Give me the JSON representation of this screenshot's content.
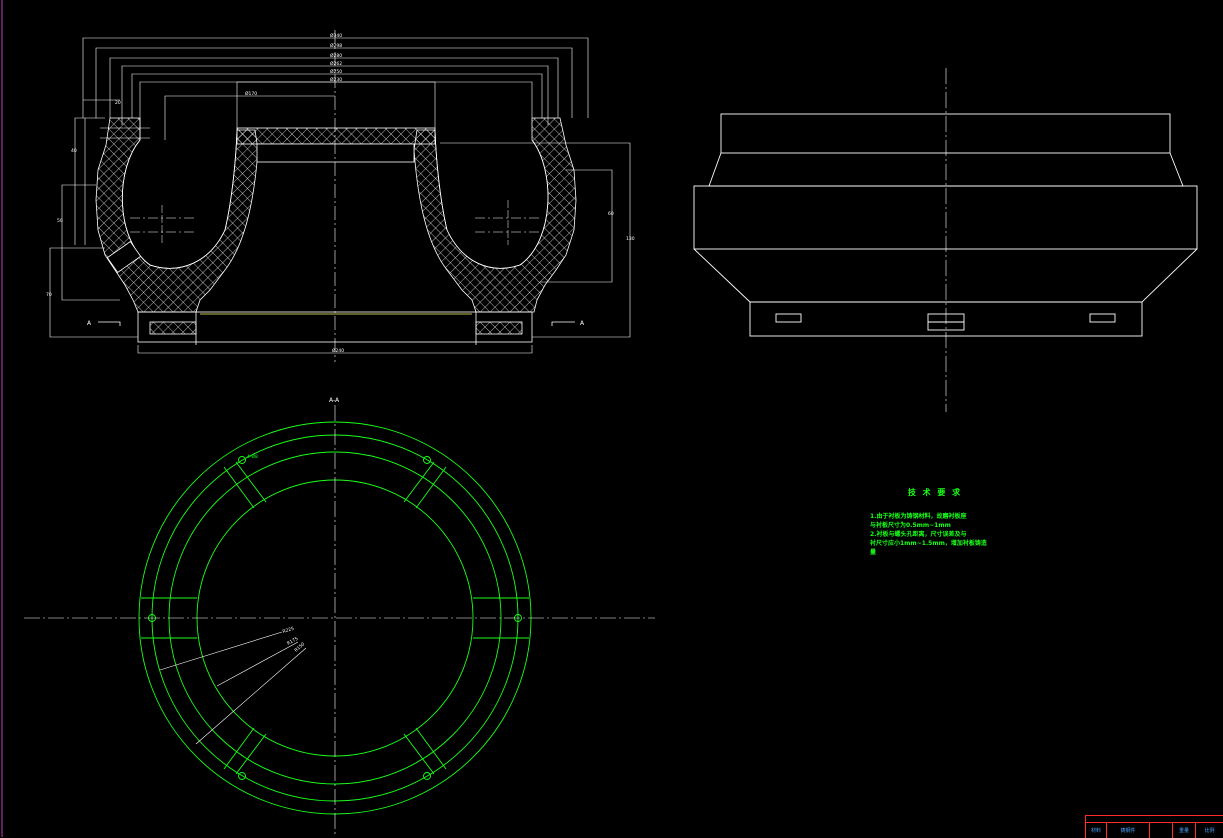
{
  "section_label": "A-A",
  "cut_marker": "A",
  "dimension_labels": {
    "top_main": "Ø340",
    "top_2": "Ø298",
    "top_3": "Ø280",
    "top_4": "Ø262",
    "top_5": "Ø250",
    "top_6": "Ø230",
    "inner": "Ø170",
    "bottom": "Ø240",
    "left_h1": "40",
    "left_h2": "20",
    "left_h3": "50",
    "left_h4": "70",
    "right_h1": "60",
    "right_h2": "130",
    "rad1": "R225",
    "rad2": "R175",
    "rad3": "R150",
    "hole": "4-Ø8"
  },
  "technical_requirements": {
    "title": "技 术 要 求",
    "lines": [
      "1.由于衬板为铸钢材料，故磨衬板座",
      "与衬板尺寸为0.5mm~1mm",
      "2.衬板与螺头孔距离，尺寸误差及与",
      "衬尺寸应小1mm~1.5mm，增加衬板铸造",
      "量"
    ]
  },
  "title_block": {
    "cells": [
      "材料",
      "铸钢件",
      "",
      "重量",
      "比例"
    ]
  },
  "colors": {
    "background": "#000000",
    "outline": "#ffffff",
    "plan_view": "#19ff19",
    "dimension": "#ffffff",
    "title_block_border": "#ff2b2b",
    "title_block_text": "#4aa3ff",
    "border_line": "#c040c0",
    "hatch": "#ffffff",
    "center_line": "#ffffff",
    "accent_line": "#ffff66"
  }
}
